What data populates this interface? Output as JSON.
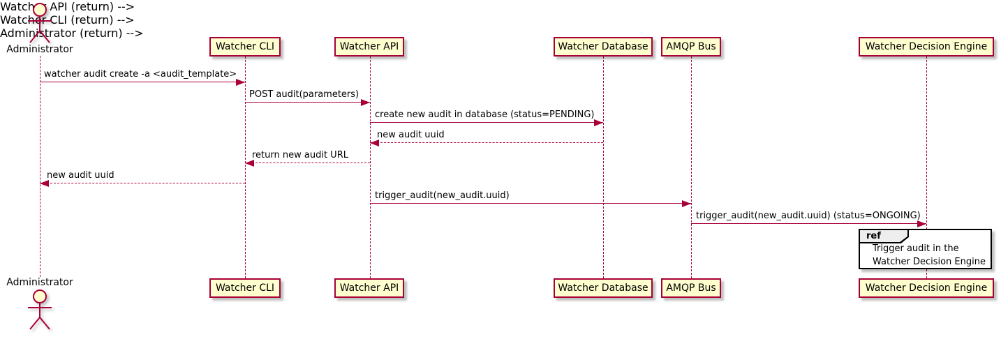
{
  "diagram": {
    "kind": "uml-sequence-diagram",
    "actor": {
      "name": "Administrator"
    },
    "participants": [
      {
        "name": "Watcher CLI"
      },
      {
        "name": "Watcher API"
      },
      {
        "name": "Watcher Database"
      },
      {
        "name": "AMQP Bus"
      },
      {
        "name": "Watcher Decision Engine"
      }
    ],
    "messages": [
      {
        "from": "Administrator",
        "to": "Watcher CLI",
        "label": "watcher audit create -a <audit_template>",
        "line_style": "solid",
        "direction": "right"
      },
      {
        "from": "Watcher CLI",
        "to": "Watcher API",
        "label": "POST audit(parameters)",
        "line_style": "solid",
        "direction": "right"
      },
      {
        "from": "Watcher API",
        "to": "Watcher Database",
        "label": "create new audit in database (status=PENDING)",
        "line_style": "solid",
        "direction": "right"
      },
      {
        "from": "Watcher Database",
        "to": "Watcher API",
        "label": "new audit uuid",
        "line_style": "dashed",
        "direction": "left"
      },
      {
        "from": "Watcher API",
        "to": "Watcher CLI",
        "label": "return new audit URL",
        "line_style": "dashed",
        "direction": "left"
      },
      {
        "from": "Watcher CLI",
        "to": "Administrator",
        "label": "new audit uuid",
        "line_style": "dashed",
        "direction": "left"
      },
      {
        "from": "Watcher API",
        "to": "AMQP Bus",
        "label": "trigger_audit(new_audit.uuid)",
        "line_style": "solid",
        "direction": "right"
      },
      {
        "from": "AMQP Bus",
        "to": "Watcher Decision Engine",
        "label": "trigger_audit(new_audit.uuid) (status=ONGOING)",
        "line_style": "solid",
        "direction": "right"
      }
    ],
    "ref": {
      "keyword": "ref",
      "over": "Watcher Decision Engine",
      "line1": "Trigger audit in the",
      "line2": "Watcher Decision Engine"
    },
    "colors": {
      "participant_fill": "#FEFECE",
      "accent_border": "#A80036",
      "ref_tab_fill": "#EEEEEE",
      "ref_border": "#000000",
      "text": "#000000"
    }
  }
}
